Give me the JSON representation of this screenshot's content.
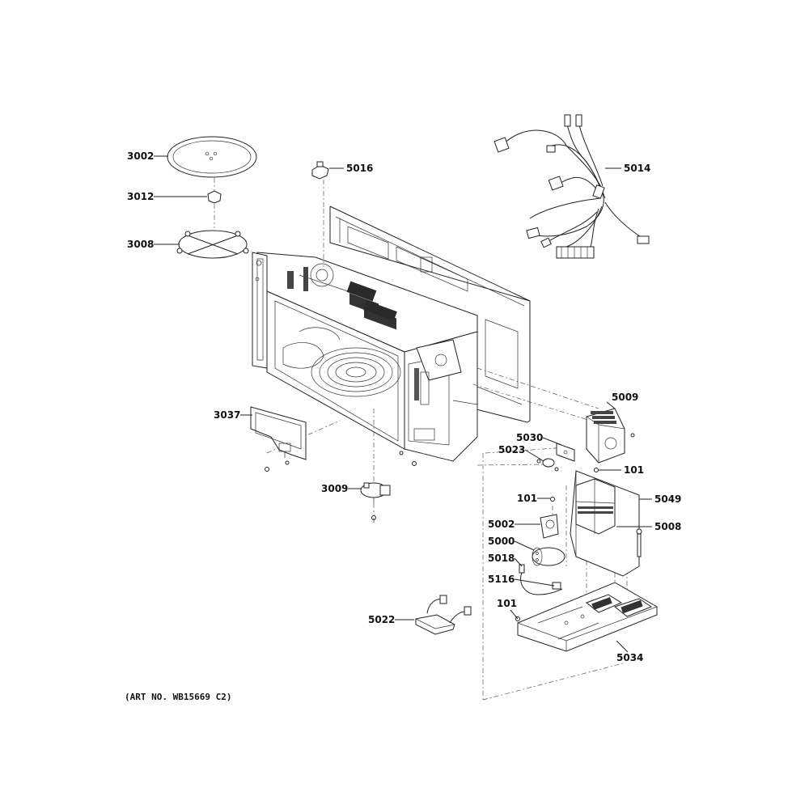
{
  "diagram": {
    "callouts": [
      {
        "id": "3002",
        "text": "3002"
      },
      {
        "id": "3012",
        "text": "3012"
      },
      {
        "id": "3008",
        "text": "3008"
      },
      {
        "id": "5016",
        "text": "5016"
      },
      {
        "id": "5014",
        "text": "5014"
      },
      {
        "id": "3037",
        "text": "3037"
      },
      {
        "id": "3009",
        "text": "3009"
      },
      {
        "id": "5009",
        "text": "5009"
      },
      {
        "id": "5030",
        "text": "5030"
      },
      {
        "id": "5023",
        "text": "5023"
      },
      {
        "id": "101a",
        "text": "101"
      },
      {
        "id": "101b",
        "text": "101"
      },
      {
        "id": "5049",
        "text": "5049"
      },
      {
        "id": "5008",
        "text": "5008"
      },
      {
        "id": "5002",
        "text": "5002"
      },
      {
        "id": "5000",
        "text": "5000"
      },
      {
        "id": "5018",
        "text": "5018"
      },
      {
        "id": "5116",
        "text": "5116"
      },
      {
        "id": "101c",
        "text": "101"
      },
      {
        "id": "5022",
        "text": "5022"
      },
      {
        "id": "5034",
        "text": "5034"
      }
    ],
    "art_number": "(ART NO. WB15669 C2)"
  }
}
